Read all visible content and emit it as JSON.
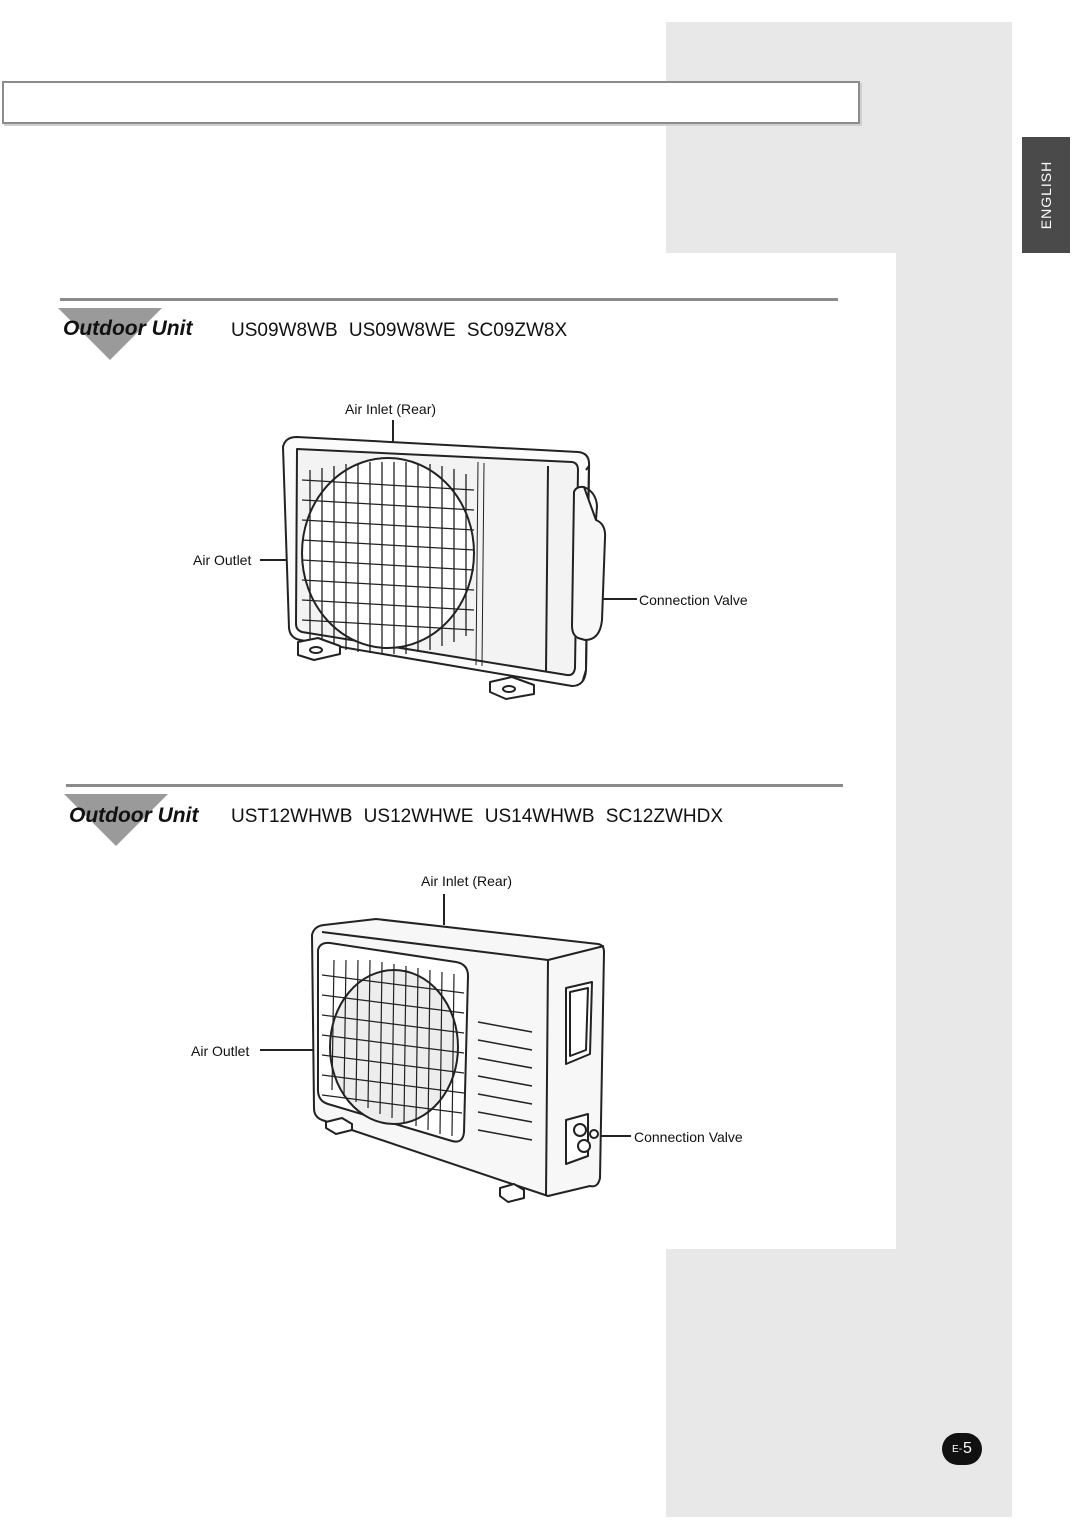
{
  "language_tab": "ENGLISH",
  "sections": [
    {
      "title": "Outdoor Unit",
      "models": "US09W8WB  US09W8WE  SC09ZW8X",
      "labels": {
        "air_inlet": "Air Inlet (Rear)",
        "air_outlet": "Air Outlet",
        "connection_valve": "Connection Valve"
      }
    },
    {
      "title": "Outdoor Unit",
      "models": "UST12WHWB  US12WHWE  US14WHWB  SC12ZWHDX",
      "labels": {
        "air_inlet": "Air Inlet (Rear)",
        "air_outlet": "Air Outlet",
        "connection_valve": "Connection Valve"
      }
    }
  ],
  "page_number": {
    "prefix": "E-",
    "number": "5"
  }
}
